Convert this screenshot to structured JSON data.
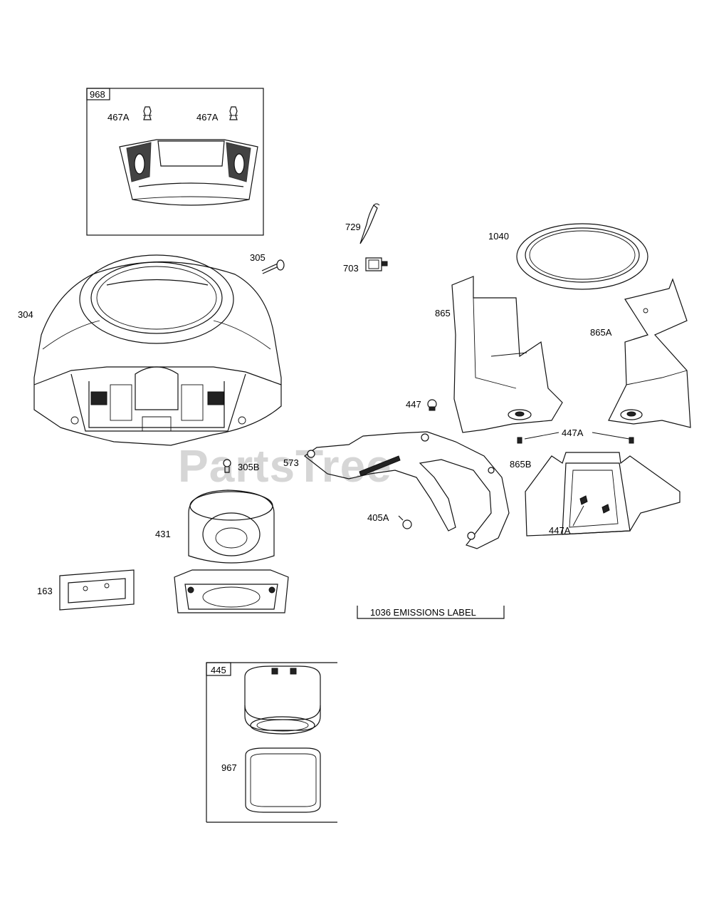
{
  "watermark": "PartsTree",
  "callouts": {
    "kit_968": "968",
    "p467a_left": "467A",
    "p467a_right": "467A",
    "p729": "729",
    "p703": "703",
    "p1040": "1040",
    "p305": "305",
    "p304": "304",
    "p865": "865",
    "p865a": "865A",
    "p447": "447",
    "p447a_top": "447A",
    "p573": "573",
    "p305b": "305B",
    "p865b": "865B",
    "p405a": "405A",
    "p447a_bottom": "447A",
    "p431": "431",
    "p163": "163",
    "emissions_label": "1036 EMISSIONS LABEL",
    "kit_445": "445",
    "p967": "967"
  }
}
